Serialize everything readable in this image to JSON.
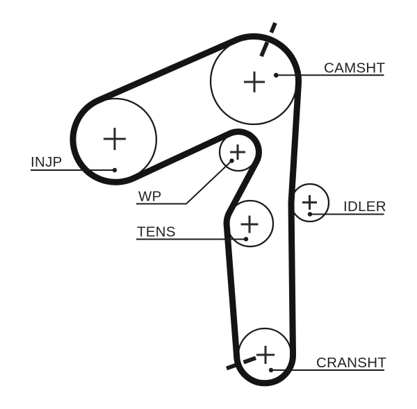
{
  "diagram": {
    "type": "timing-belt-routing-diagram",
    "background": "#ffffff",
    "line_color": "#1b1b1b",
    "belt_color": "#141414",
    "labels": {
      "injp": "INJP",
      "camsht": "CAMSHT",
      "wp": "WP",
      "tens": "TENS",
      "idler": "IDLER",
      "cransht": "CRANSHT"
    },
    "pulleys": [
      {
        "id": "camsht",
        "label": "CAMSHT"
      },
      {
        "id": "injp",
        "label": "INJP"
      },
      {
        "id": "wp",
        "label": "WP"
      },
      {
        "id": "tens",
        "label": "TENS"
      },
      {
        "id": "idler",
        "label": "IDLER"
      },
      {
        "id": "cransht",
        "label": "CRANSHT"
      }
    ]
  }
}
